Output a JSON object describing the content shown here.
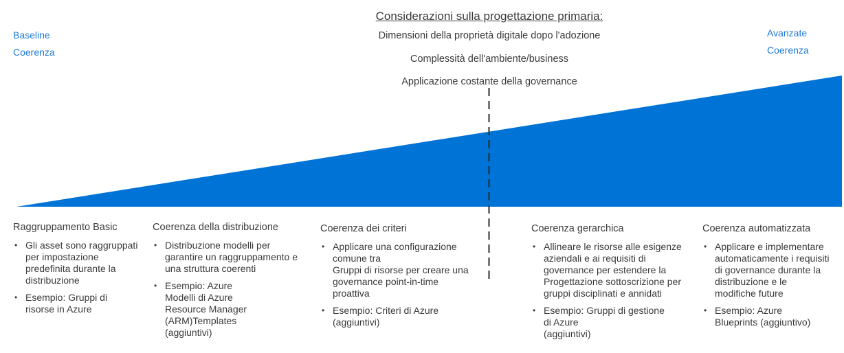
{
  "corners": {
    "left": [
      "Baseline",
      "Coerenza"
    ],
    "right": [
      "Avanzate",
      "Coerenza"
    ]
  },
  "center": {
    "title": "Considerazioni sulla progettazione primaria:",
    "lines": [
      "Dimensioni della proprietà digitale dopo l'adozione",
      "Complessità dell'ambiente/business",
      "Applicazione costante della governance"
    ]
  },
  "columns": [
    {
      "title": "Raggruppamento Basic",
      "bullets": [
        [
          "Gli asset sono raggruppati",
          "per impostazione",
          "predefinita durante la",
          "distribuzione"
        ],
        [
          "Esempio: Gruppi di",
          "risorse in Azure"
        ]
      ]
    },
    {
      "title": "Coerenza della distribuzione",
      "bullets": [
        [
          "Distribuzione modelli per",
          "garantire un raggruppamento e",
          "una struttura coerenti"
        ],
        [
          "Esempio: Azure",
          "Modelli di Azure",
          "Resource Manager",
          "(ARM)Templates",
          "(aggiuntivi)"
        ]
      ]
    },
    {
      "title": "Coerenza dei criteri",
      "bullets": [
        [
          "Applicare una configurazione",
          "comune tra",
          "Gruppi di risorse per creare una",
          "governance point-in-time",
          "proattiva"
        ],
        [
          "Esempio: Criteri di Azure",
          "(aggiuntivi)"
        ]
      ]
    },
    {
      "title": "Coerenza gerarchica",
      "bullets": [
        [
          "Allineare le risorse alle esigenze",
          "aziendali e ai requisiti di",
          "governance per estendere la",
          "Progettazione sottoscrizione per",
          "gruppi disciplinati e annidati"
        ],
        [
          "Esempio: Gruppi di gestione",
          "di Azure",
          "(aggiuntivi)"
        ]
      ]
    },
    {
      "title": "Coerenza automatizzata",
      "bullets": [
        [
          "Applicare e implementare",
          "automaticamente i requisiti",
          "di governance durante la",
          "distribuzione e le",
          "modifiche future"
        ],
        [
          "Esempio: Azure",
          "Blueprints (aggiuntivo)"
        ]
      ]
    }
  ],
  "colors": {
    "accent": "#0073d6",
    "text": "#3a3a3a",
    "corner_text": "#1f7ad6"
  }
}
